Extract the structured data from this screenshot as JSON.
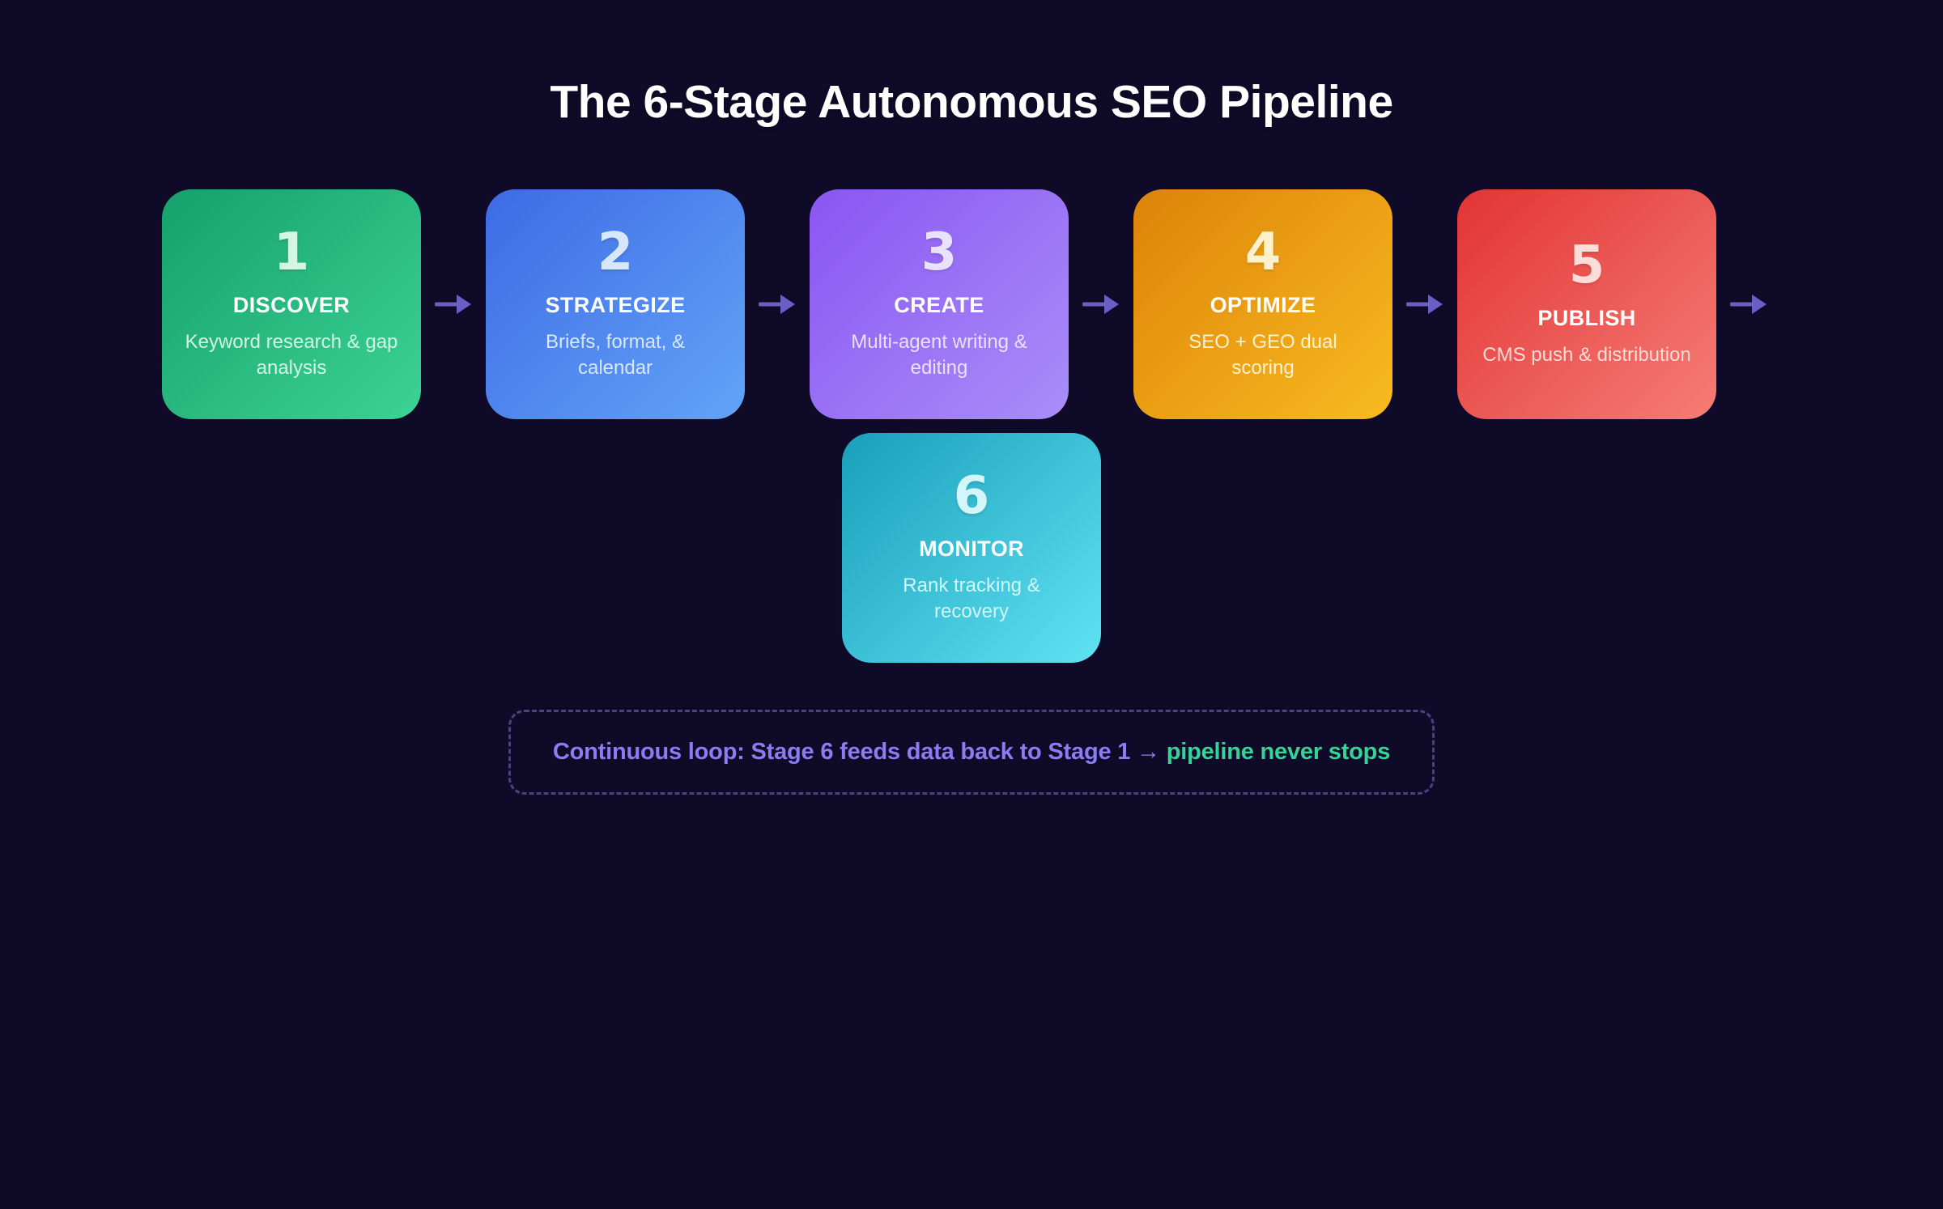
{
  "title": "The 6-Stage Autonomous SEO Pipeline",
  "stages": [
    {
      "number": "1",
      "label": "DISCOVER",
      "description": "Keyword research & gap analysis",
      "gradient_start": "#16a06b",
      "gradient_end": "#3cd394",
      "tint": "#d3f5e4"
    },
    {
      "number": "2",
      "label": "STRATEGIZE",
      "description": "Briefs, format, & calendar",
      "gradient_start": "#3e6ae4",
      "gradient_end": "#62a4f8",
      "tint": "#d8e7fd"
    },
    {
      "number": "3",
      "label": "CREATE",
      "description": "Multi-agent writing & editing",
      "gradient_start": "#8b55f2",
      "gradient_end": "#a98ef9",
      "tint": "#e9e2fd"
    },
    {
      "number": "4",
      "label": "OPTIMIZE",
      "description": "SEO + GEO dual scoring",
      "gradient_start": "#dd8309",
      "gradient_end": "#f8bb20",
      "tint": "#fdf2cd"
    },
    {
      "number": "5",
      "label": "PUBLISH",
      "description": "CMS push & distribution",
      "gradient_start": "#e23434",
      "gradient_end": "#f57d75",
      "tint": "#fddcda"
    },
    {
      "number": "6",
      "label": "MONITOR",
      "description": "Rank tracking & recovery",
      "gradient_start": "#199fbb",
      "gradient_end": "#60e2f2",
      "tint": "#d2f6fb"
    }
  ],
  "loop_note": {
    "primary": "Continuous loop: Stage 6 feeds data back to Stage 1 →",
    "highlight": "pipeline never stops"
  },
  "colors": {
    "background": "#0f0a28",
    "arrow": "#6b5fc2",
    "loop_border": "#4b4380",
    "loop_primary_text": "#8d7bf2",
    "loop_highlight_text": "#34d399",
    "title_text": "#ffffff"
  }
}
